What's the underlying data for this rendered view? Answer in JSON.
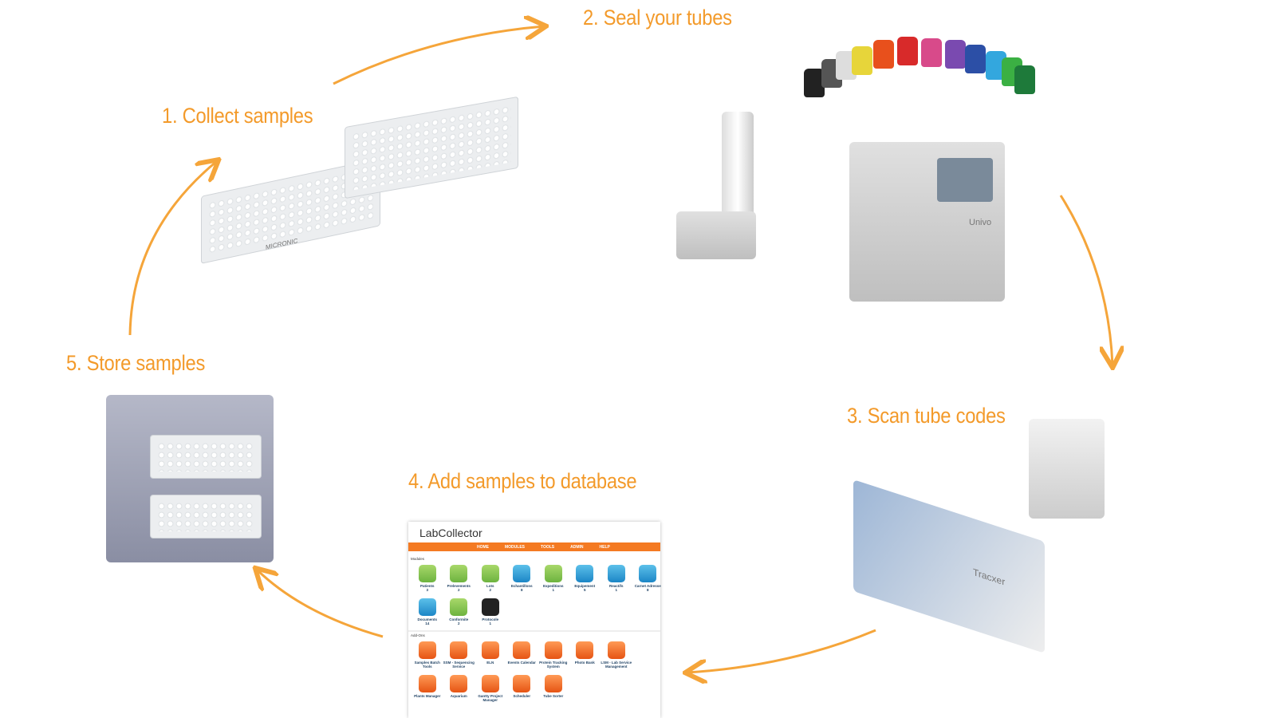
{
  "steps": [
    "1. Collect samples",
    "2. Seal your tubes",
    "3. Scan tube codes",
    "4. Add samples to database",
    "5. Store samples"
  ],
  "colors": {
    "accent": "#f39a2a",
    "nav": "#f47a22"
  },
  "product_logos": [
    "MICRONIC",
    "Univo",
    "Tracxer"
  ],
  "labcollector": {
    "logo": "LabCollector",
    "nav": [
      "HOME",
      "MODULES",
      "TOOLS",
      "ADMIN",
      "HELP"
    ],
    "modules_title": "Modules",
    "modules": [
      {
        "label": "Patients",
        "count": "3",
        "c": "g"
      },
      {
        "label": "Prelevements",
        "count": "2",
        "c": "g"
      },
      {
        "label": "Lots",
        "count": "2",
        "c": "g"
      },
      {
        "label": "Echantillons",
        "count": "8",
        "c": "bl"
      },
      {
        "label": "Expeditions",
        "count": "1",
        "c": "g"
      },
      {
        "label": "Equipement",
        "count": "5",
        "c": "bl"
      },
      {
        "label": "Reactifs",
        "count": "1",
        "c": "bl"
      },
      {
        "label": "Carnet Adresse",
        "count": "8",
        "c": "bl"
      },
      {
        "label": "Documents",
        "count": "14",
        "c": "bl"
      },
      {
        "label": "Conformite",
        "count": "2",
        "c": "g"
      },
      {
        "label": "Protocole",
        "count": "1",
        "c": "k"
      }
    ],
    "addons_title": "Add-Ons",
    "addons": [
      "Samples Batch Tools",
      "SSM - Sequencing Service",
      "ELN",
      "Events Calendar",
      "Protein Tracking System",
      "Photo Bank",
      "LSM - Lab Service Management",
      "Plants Manager",
      "Aquarium",
      "Gantty Project Manager",
      "Scheduler",
      "Tube Sorter"
    ]
  }
}
